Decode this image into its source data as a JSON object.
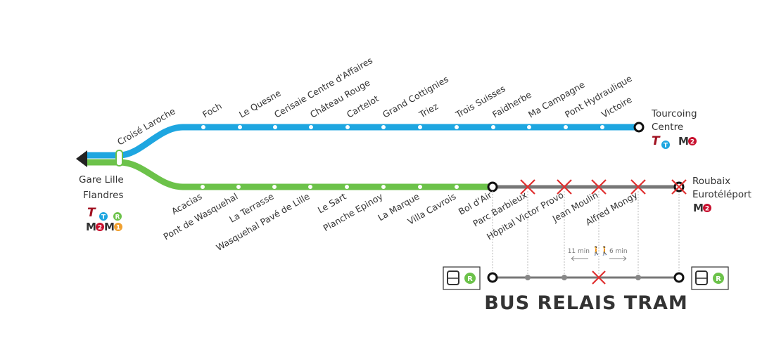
{
  "colors": {
    "blue": "#1ea6e0",
    "green": "#6cc24a",
    "gray": "#777777",
    "cross": "#e03030",
    "metro": "#c8102e"
  },
  "origin": {
    "name_line1": "Gare Lille",
    "name_line2": "Flandres",
    "junction": "Croisé Laroche",
    "modes": [
      "T",
      "T",
      "R",
      "M 2",
      "M 1"
    ]
  },
  "blue_line": {
    "stations": [
      "Foch",
      "Le Quesne",
      "Cerisaie Centre d'Affaires",
      "Château Rouge",
      "Cartelot",
      "Grand Cottignies",
      "Triez",
      "Trois Suisses",
      "Faidherbe",
      "Ma Campagne",
      "Pont Hydraulique",
      "Victoire"
    ],
    "terminus_line1": "Tourcoing",
    "terminus_line2": "Centre",
    "terminus_modes": [
      "T",
      "T",
      "M 2"
    ]
  },
  "green_line": {
    "stations": [
      "Acacias",
      "Pont de Wasquehal",
      "La Terrasse",
      "Wasquehal Pavé de Lille",
      "Le Sart",
      "Planche Epinoy",
      "La Marque",
      "Villa Cavrois",
      "Bol d'Air"
    ],
    "closed_stations": [
      "Parc Barbieux",
      "Hôpital Victor Provo",
      "Jean Moulin",
      "Alfred Mongy"
    ],
    "terminus_line1": "Roubaix",
    "terminus_line2": "Eurotéléport",
    "terminus_modes": [
      "M 2"
    ]
  },
  "bus_relay": {
    "title": "BUS RELAIS TRAM",
    "walk_left": "11 min",
    "walk_right": "6 min",
    "icons": [
      "bus-icon",
      "r-badge-icon"
    ]
  }
}
